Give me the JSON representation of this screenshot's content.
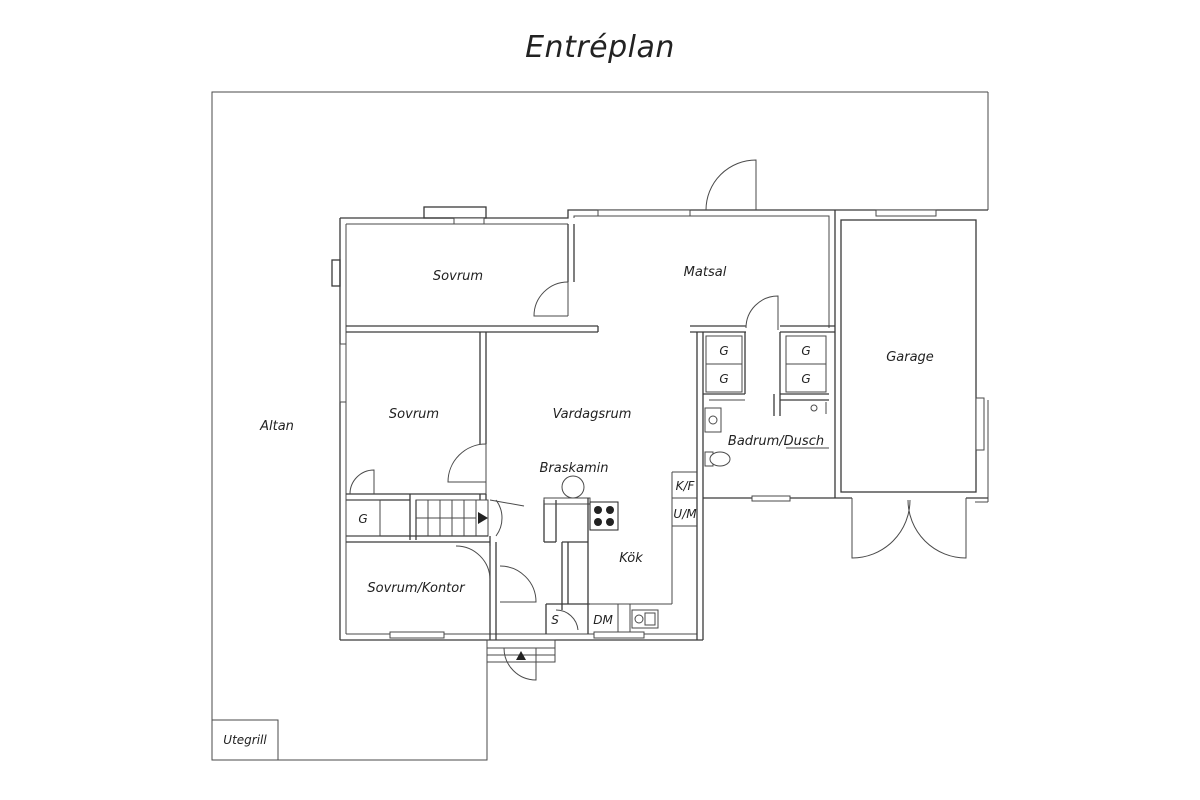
{
  "title": "Entréplan",
  "rooms": {
    "sovrum_top": "Sovrum",
    "matsal": "Matsal",
    "garage": "Garage",
    "altan": "Altan",
    "sovrum_mid": "Sovrum",
    "vardagsrum": "Vardagsrum",
    "braskamin": "Braskamin",
    "badrum": "Badrum/Dusch",
    "kok": "Kök",
    "sovrum_kontor": "Sovrum/Kontor",
    "utegrill": "Utegrill"
  },
  "fixtures": {
    "g_label": "G",
    "kf": "K/F",
    "um": "U/M",
    "s": "S",
    "dm": "DM"
  }
}
